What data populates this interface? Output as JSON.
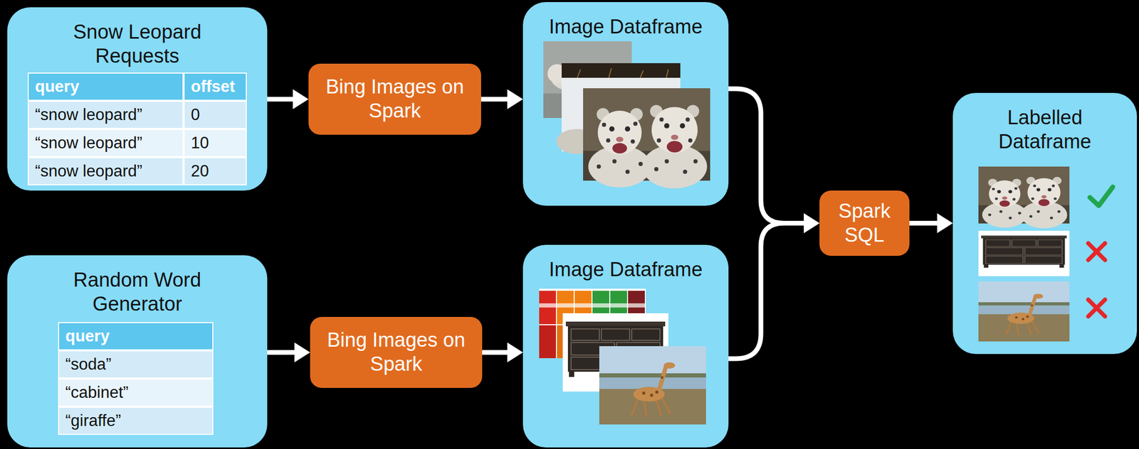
{
  "diagram": {
    "nodes": [
      {
        "text": [
          "Snow Leopard Requests"
        ]
      },
      {
        "text": [
          "Bing Images on Spark"
        ]
      },
      {
        "text": [
          "Image Dataframe"
        ]
      },
      {
        "text": [
          "Random Word Generator"
        ]
      },
      {
        "text": [
          "Bing Images on Spark"
        ]
      },
      {
        "text": [
          "Image Dataframe"
        ]
      },
      {
        "text": [
          "Spark SQL"
        ]
      },
      {
        "text": [
          "Labelled Dataframe"
        ]
      }
    ],
    "edges": [
      {
        "from": 0,
        "to": 1,
        "arrow": "to"
      },
      {
        "from": 1,
        "to": 2,
        "arrow": "to"
      },
      {
        "from": 3,
        "to": 4,
        "arrow": "to"
      },
      {
        "from": 4,
        "to": 5,
        "arrow": "to"
      },
      {
        "from": 2,
        "to": 6,
        "arrow": "to"
      },
      {
        "from": 5,
        "to": 6,
        "arrow": "to"
      },
      {
        "from": 6,
        "to": 7,
        "arrow": "to"
      }
    ],
    "labels": [
      "query",
      "offset",
      "“snow leopard”",
      "0",
      "“snow leopard”",
      "10",
      "“snow leopard”",
      "20",
      "query",
      "“soda”",
      "“cabinet”",
      "“giraffe”"
    ]
  }
}
